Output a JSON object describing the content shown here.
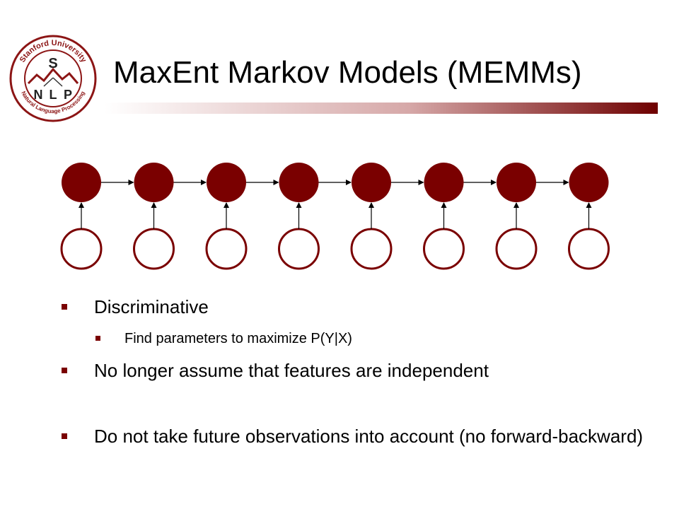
{
  "slide": {
    "title": "MaxEnt Markov Models (MEMMs)",
    "accent_color": "#7a0000"
  },
  "logo": {
    "name": "stanford-nlp-seal",
    "ring_text": "Stanford University",
    "ring_text_bottom": "Natural Language Processing",
    "letters": [
      "S",
      "N",
      "L",
      "P"
    ]
  },
  "diagram": {
    "hidden_state_count": 8,
    "observation_count": 8,
    "hidden_fill": "#7a0000",
    "edge_color": "#000000"
  },
  "bullets": [
    {
      "level": 1,
      "text": "Discriminative"
    },
    {
      "level": 2,
      "text": "Find parameters to maximize P(Y|X)"
    },
    {
      "level": 1,
      "text": "No longer assume that features are independent"
    },
    {
      "level": 1,
      "text": "Do not take future observations into account (no forward-backward)"
    }
  ]
}
